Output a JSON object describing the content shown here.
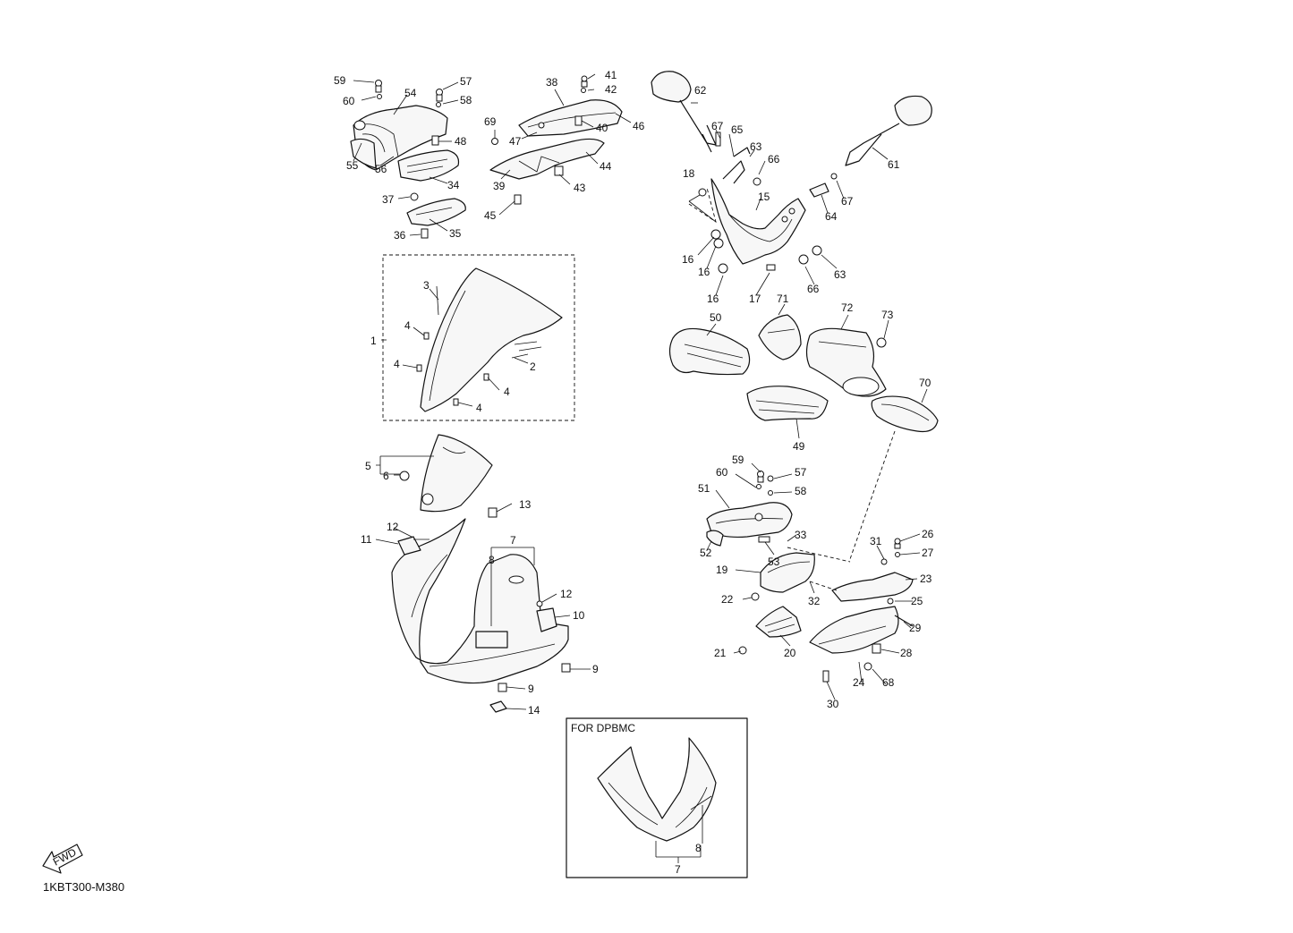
{
  "diagram": {
    "inset_title": "FOR DPBMC",
    "fwd_label": "FWD",
    "diagram_code": "1KBT300-M380",
    "callouts": [
      {
        "id": "c1",
        "text": "1"
      },
      {
        "id": "c2",
        "text": "2"
      },
      {
        "id": "c3",
        "text": "3"
      },
      {
        "id": "c4a",
        "text": "4"
      },
      {
        "id": "c4b",
        "text": "4"
      },
      {
        "id": "c4c",
        "text": "4"
      },
      {
        "id": "c4d",
        "text": "4"
      },
      {
        "id": "c5",
        "text": "5"
      },
      {
        "id": "c6",
        "text": "6"
      },
      {
        "id": "c7",
        "text": "7"
      },
      {
        "id": "c7b",
        "text": "7"
      },
      {
        "id": "c8",
        "text": "8"
      },
      {
        "id": "c8b",
        "text": "8"
      },
      {
        "id": "c9a",
        "text": "9"
      },
      {
        "id": "c9b",
        "text": "9"
      },
      {
        "id": "c10",
        "text": "10"
      },
      {
        "id": "c11",
        "text": "11"
      },
      {
        "id": "c12a",
        "text": "12"
      },
      {
        "id": "c12b",
        "text": "12"
      },
      {
        "id": "c13",
        "text": "13"
      },
      {
        "id": "c14",
        "text": "14"
      },
      {
        "id": "c15",
        "text": "15"
      },
      {
        "id": "c16a",
        "text": "16"
      },
      {
        "id": "c16b",
        "text": "16"
      },
      {
        "id": "c16c",
        "text": "16"
      },
      {
        "id": "c17",
        "text": "17"
      },
      {
        "id": "c18",
        "text": "18"
      },
      {
        "id": "c19",
        "text": "19"
      },
      {
        "id": "c20",
        "text": "20"
      },
      {
        "id": "c21",
        "text": "21"
      },
      {
        "id": "c22",
        "text": "22"
      },
      {
        "id": "c23",
        "text": "23"
      },
      {
        "id": "c24",
        "text": "24"
      },
      {
        "id": "c25",
        "text": "25"
      },
      {
        "id": "c26",
        "text": "26"
      },
      {
        "id": "c27",
        "text": "27"
      },
      {
        "id": "c28",
        "text": "28"
      },
      {
        "id": "c29",
        "text": "29"
      },
      {
        "id": "c30",
        "text": "30"
      },
      {
        "id": "c31",
        "text": "31"
      },
      {
        "id": "c32",
        "text": "32"
      },
      {
        "id": "c33",
        "text": "33"
      },
      {
        "id": "c34",
        "text": "34"
      },
      {
        "id": "c35",
        "text": "35"
      },
      {
        "id": "c36",
        "text": "36"
      },
      {
        "id": "c37",
        "text": "37"
      },
      {
        "id": "c38",
        "text": "38"
      },
      {
        "id": "c39",
        "text": "39"
      },
      {
        "id": "c40",
        "text": "40"
      },
      {
        "id": "c41",
        "text": "41"
      },
      {
        "id": "c42",
        "text": "42"
      },
      {
        "id": "c43",
        "text": "43"
      },
      {
        "id": "c44",
        "text": "44"
      },
      {
        "id": "c45",
        "text": "45"
      },
      {
        "id": "c46",
        "text": "46"
      },
      {
        "id": "c47",
        "text": "47"
      },
      {
        "id": "c48",
        "text": "48"
      },
      {
        "id": "c49",
        "text": "49"
      },
      {
        "id": "c50",
        "text": "50"
      },
      {
        "id": "c51",
        "text": "51"
      },
      {
        "id": "c52",
        "text": "52"
      },
      {
        "id": "c53",
        "text": "53"
      },
      {
        "id": "c54",
        "text": "54"
      },
      {
        "id": "c55",
        "text": "55"
      },
      {
        "id": "c56",
        "text": "56"
      },
      {
        "id": "c57a",
        "text": "57"
      },
      {
        "id": "c57b",
        "text": "57"
      },
      {
        "id": "c58a",
        "text": "58"
      },
      {
        "id": "c58b",
        "text": "58"
      },
      {
        "id": "c59a",
        "text": "59"
      },
      {
        "id": "c59b",
        "text": "59"
      },
      {
        "id": "c60a",
        "text": "60"
      },
      {
        "id": "c60b",
        "text": "60"
      },
      {
        "id": "c61",
        "text": "61"
      },
      {
        "id": "c62",
        "text": "62"
      },
      {
        "id": "c63a",
        "text": "63"
      },
      {
        "id": "c63b",
        "text": "63"
      },
      {
        "id": "c64",
        "text": "64"
      },
      {
        "id": "c65",
        "text": "65"
      },
      {
        "id": "c66a",
        "text": "66"
      },
      {
        "id": "c66b",
        "text": "66"
      },
      {
        "id": "c67a",
        "text": "67"
      },
      {
        "id": "c67b",
        "text": "67"
      },
      {
        "id": "c68",
        "text": "68"
      },
      {
        "id": "c69",
        "text": "69"
      },
      {
        "id": "c70",
        "text": "70"
      },
      {
        "id": "c71",
        "text": "71"
      },
      {
        "id": "c72",
        "text": "72"
      },
      {
        "id": "c73",
        "text": "73"
      }
    ]
  }
}
